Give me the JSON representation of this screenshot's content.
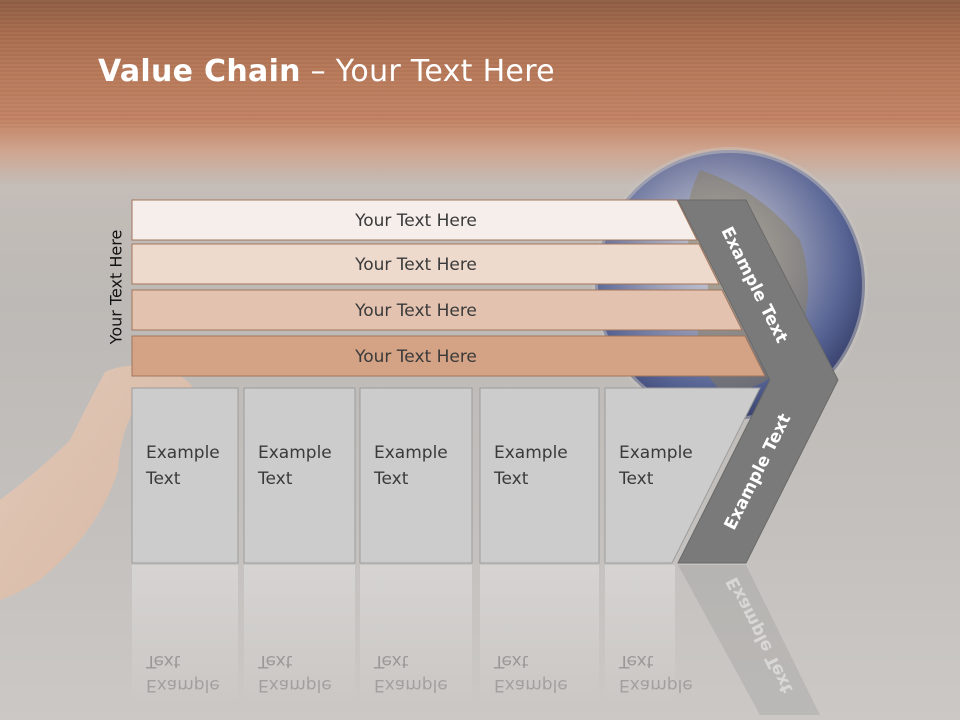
{
  "title": {
    "bold": "Value Chain",
    "rest": " – Your Text Here"
  },
  "side_label": "Your Text Here",
  "bands": [
    {
      "label": "Your Text Here",
      "color": "#f5eeeb"
    },
    {
      "label": "Your Text Here",
      "color": "#eed9cd"
    },
    {
      "label": "Your Text Here",
      "color": "#e3c2b0"
    },
    {
      "label": "Your Text Here",
      "color": "#d4a284"
    }
  ],
  "boxes": [
    {
      "line1": "Example",
      "line2": "Text"
    },
    {
      "line1": "Example",
      "line2": "Text"
    },
    {
      "line1": "Example",
      "line2": "Text"
    },
    {
      "line1": "Example",
      "line2": "Text"
    },
    {
      "line1": "Example",
      "line2": "Text"
    }
  ],
  "chevron": {
    "upper_label": "Example Text",
    "lower_label": "Example Text",
    "color": "#7a7a7a"
  },
  "colors": {
    "box_fill": "#cccccc",
    "box_stroke": "#9d9d9d",
    "band_stroke": "#a3765c"
  }
}
